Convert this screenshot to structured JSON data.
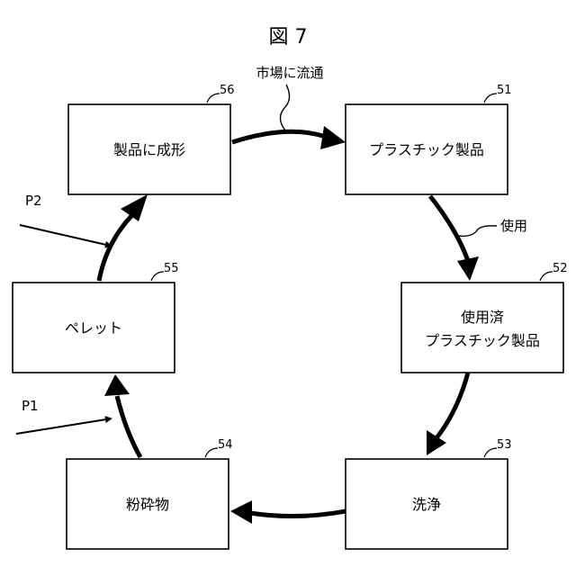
{
  "figure": {
    "title": "図 7"
  },
  "boxes": {
    "b51": {
      "ref": "51",
      "line1": "プラスチック製品"
    },
    "b52": {
      "ref": "52",
      "line1": "使用済",
      "line2": "プラスチック製品"
    },
    "b53": {
      "ref": "53",
      "line1": "洗浄"
    },
    "b54": {
      "ref": "54",
      "line1": "粉砕物"
    },
    "b55": {
      "ref": "55",
      "line1": "ペレット"
    },
    "b56": {
      "ref": "56",
      "line1": "製品に成形"
    }
  },
  "labels": {
    "market": "市場に流通",
    "use": "使用",
    "p1": "P1",
    "p2": "P2"
  }
}
